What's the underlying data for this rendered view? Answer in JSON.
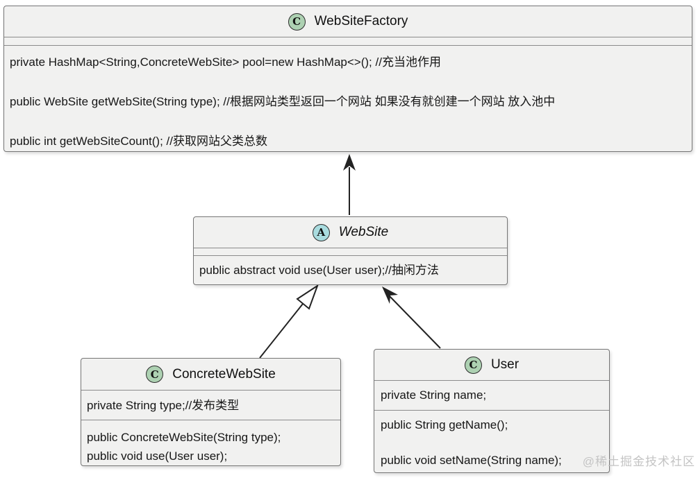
{
  "watermark": "@稀土掘金技术社区",
  "colors": {
    "class_icon_bg": "#ADD1B2",
    "abstract_icon_bg": "#A9DCDF",
    "class_icon_border": "#1f4d22",
    "abstract_icon_border": "#1f6d75",
    "box_fill": "#f1f1f0",
    "box_border": "#757575",
    "arrow": "#222222"
  },
  "classes": {
    "factory": {
      "icon": "C",
      "icon_bg": "#ADD1B2",
      "icon_border": "#1f4d22",
      "name": "WebSiteFactory",
      "methods": [
        "private HashMap<String,ConcreteWebSite> pool=new HashMap<>(); //充当池作用",
        "public WebSite getWebSite(String type); //根据网站类型返回一个网站 如果没有就创建一个网站 放入池中",
        "public int getWebSiteCount(); //获取网站父类总数"
      ]
    },
    "website": {
      "icon": "A",
      "icon_bg": "#A9DCDF",
      "icon_border": "#1f6d75",
      "name": "WebSite",
      "methods": [
        "public abstract void use(User user);//抽闲方法"
      ]
    },
    "concrete": {
      "icon": "C",
      "icon_bg": "#ADD1B2",
      "icon_border": "#1f4d22",
      "name": "ConcreteWebSite",
      "fields": [
        "private String type;//发布类型"
      ],
      "methods": [
        "public ConcreteWebSite(String type);",
        "public void use(User user);"
      ]
    },
    "user": {
      "icon": "C",
      "icon_bg": "#ADD1B2",
      "icon_border": "#1f4d22",
      "name": "User",
      "fields": [
        "private String name;"
      ],
      "methods": [
        "public String getName();",
        "public void setName(String name);"
      ]
    }
  },
  "relations": [
    {
      "from": "WebSite",
      "to": "WebSiteFactory",
      "type": "directed-association"
    },
    {
      "from": "ConcreteWebSite",
      "to": "WebSite",
      "type": "generalization"
    },
    {
      "from": "User",
      "to": "WebSite",
      "type": "directed-association"
    }
  ]
}
